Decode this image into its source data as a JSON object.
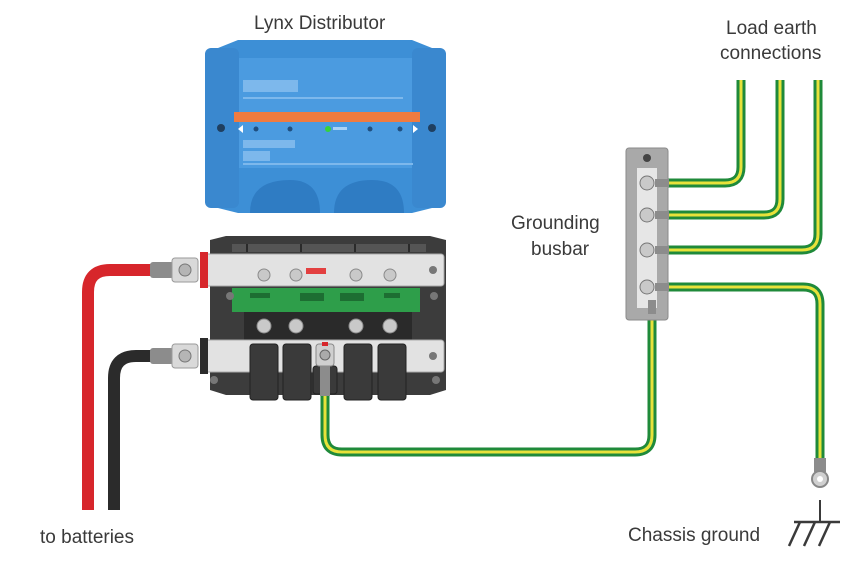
{
  "labels": {
    "lynx_distributor": "Lynx Distributor",
    "load_earth_line1": "Load earth",
    "load_earth_line2": "connections",
    "grounding_line1": "Grounding",
    "grounding_line2": "busbar",
    "to_batteries": "to batteries",
    "chassis_ground": "Chassis ground"
  },
  "colors": {
    "device_blue": "#3d8fd6",
    "device_blue_light": "#5aa6e6",
    "device_orange": "#f07b3f",
    "led_green": "#35d23c",
    "cable_red": "#d7262b",
    "cable_black": "#2b2b2b",
    "earth_green": "#1f8a3a",
    "earth_yellow": "#e8e23a",
    "busbar_grey": "#a9a9a9",
    "pcb_green": "#2e9e4a",
    "fuse_black": "#3a3a3a",
    "text": "#3a3a3a"
  }
}
